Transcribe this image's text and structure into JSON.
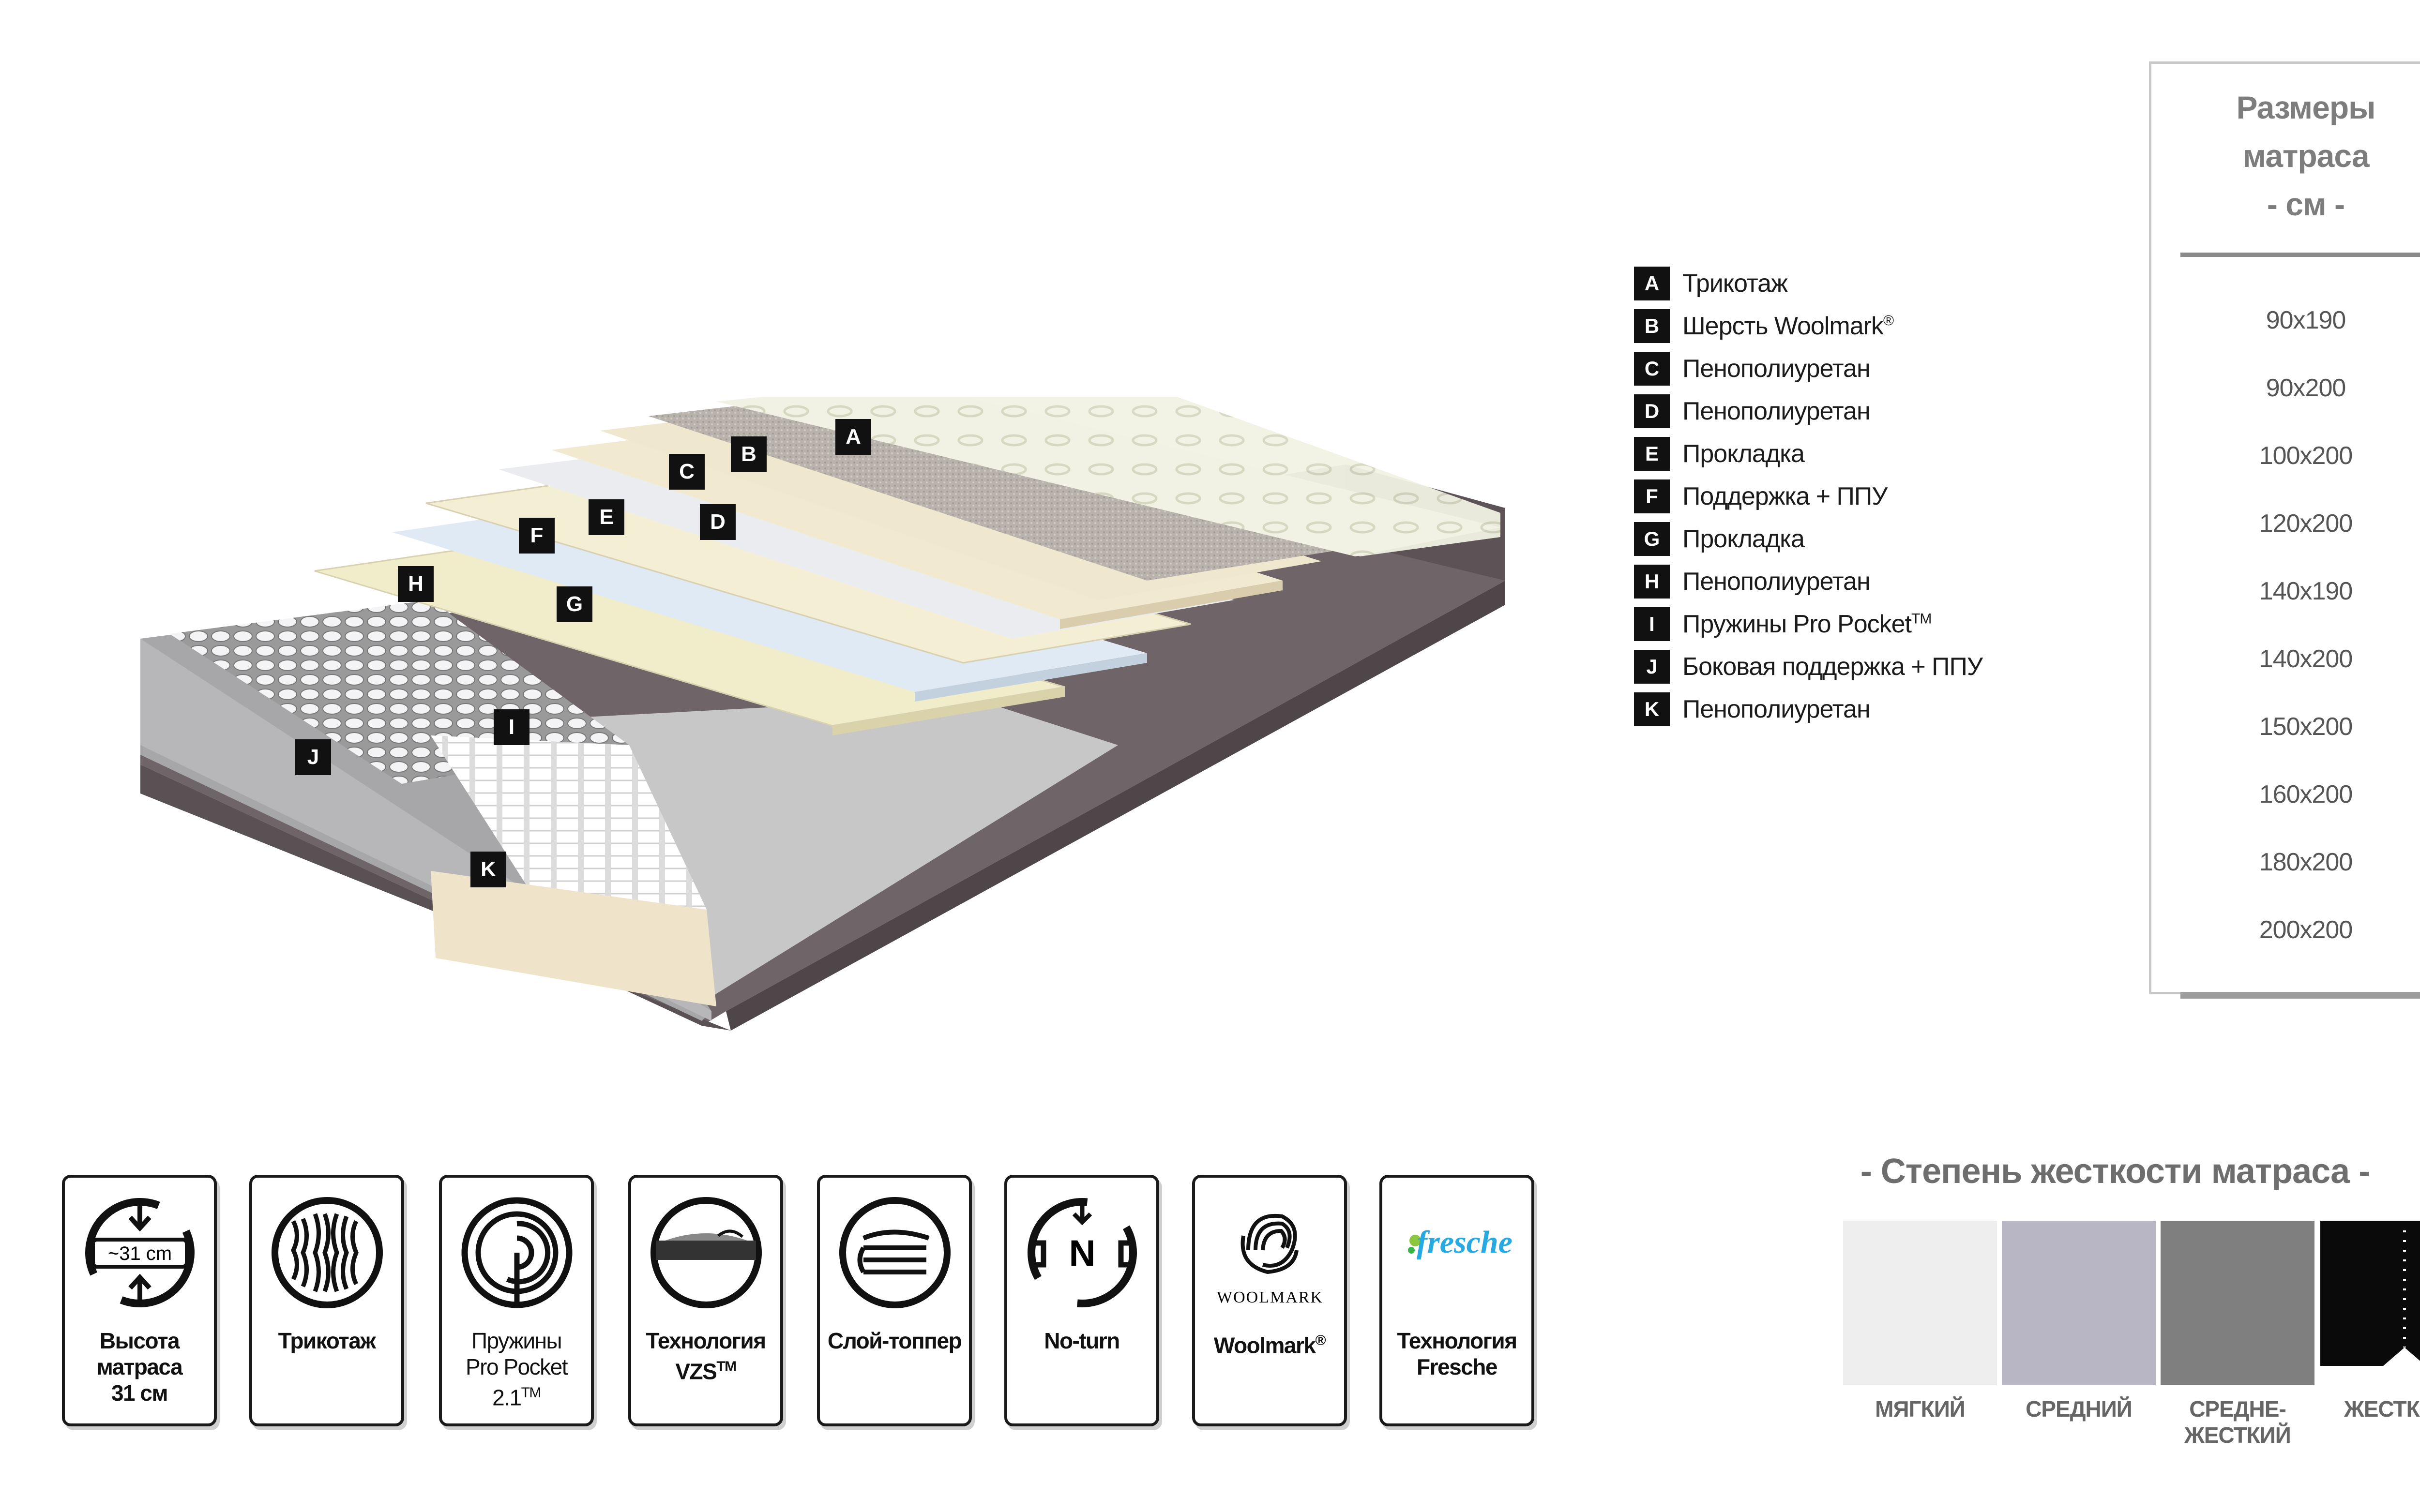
{
  "layers": [
    {
      "letter": "A",
      "name": "Трикотаж"
    },
    {
      "letter": "B",
      "name": "Шерсть  Woolmark",
      "sup": "®"
    },
    {
      "letter": "C",
      "name": "Пенополиуретан"
    },
    {
      "letter": "D",
      "name": "Пенополиуретан"
    },
    {
      "letter": "E",
      "name": "Прокладка"
    },
    {
      "letter": "F",
      "name": "Поддержка + ППУ"
    },
    {
      "letter": "G",
      "name": "Прокладка"
    },
    {
      "letter": "H",
      "name": "Пенополиуретан"
    },
    {
      "letter": "I",
      "name": "Пружины Pro Pocket",
      "sup": "TM"
    },
    {
      "letter": "J",
      "name": "Боковая поддержка + ППУ"
    },
    {
      "letter": "K",
      "name": "Пенополиуретан"
    }
  ],
  "sizes": {
    "title_line1": "Размеры",
    "title_line2": "матраса",
    "title_line3": "- см -",
    "items": [
      "90x190",
      "90x200",
      "100x200",
      "120x200",
      "140x190",
      "140x200",
      "150x200",
      "160x200",
      "180x200",
      "200x200"
    ]
  },
  "features": [
    {
      "line1": "Высота матраса",
      "line2": "31 см",
      "icon_text": "~31 cm",
      "icon": "height-icon"
    },
    {
      "line1": "Трикотаж",
      "line2": "",
      "icon": "knit-icon"
    },
    {
      "line1": "Пружины",
      "line2": "Pro Pocket 2.1",
      "sup": "TM",
      "icon": "spring-icon"
    },
    {
      "line1": "Технология",
      "line2": "VZS",
      "sup": "TM",
      "icon": "vzs-icon"
    },
    {
      "line1": "Слой-топпер",
      "line2": "",
      "icon": "topper-icon"
    },
    {
      "line1": "No-turn",
      "line2": "",
      "icon_text": "N",
      "icon": "no-turn-icon"
    },
    {
      "line1": "Woolmark",
      "line2": "",
      "sup": "®",
      "icon_text": "WOOLMARK",
      "icon": "woolmark-icon"
    },
    {
      "line1": "Технология",
      "line2": "Fresche",
      "icon_text": "fresche",
      "icon": "fresche-icon"
    }
  ],
  "firmness": {
    "title": "- Степень жесткости матраса -",
    "levels": [
      {
        "label": "МЯГКИЙ",
        "color": "#eeeeee"
      },
      {
        "label": "СРЕДНИЙ",
        "color": "#b8b6c4"
      },
      {
        "label": "СРЕДНЕ-ЖЕСТКИЙ",
        "color": "#7f7f7f"
      },
      {
        "label": "ЖЕСТКИЙ",
        "color": "#0a0a0a"
      }
    ]
  }
}
